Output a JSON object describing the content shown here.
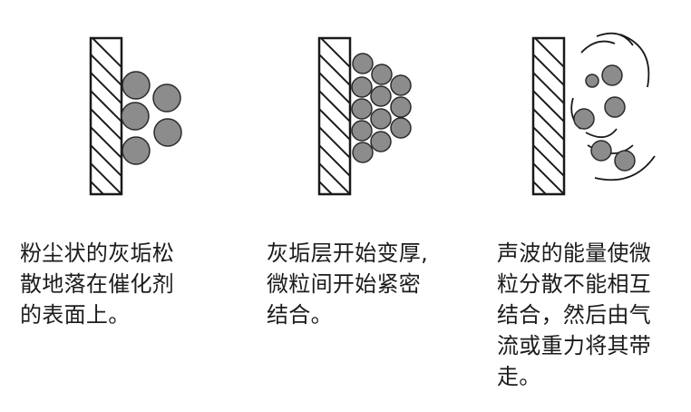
{
  "colors": {
    "wall_stroke": "#1a1a1a",
    "particle_fill": "#8c8c8c",
    "particle_stroke": "#2a2a2a",
    "wave_stroke": "#1a1a1a",
    "text": "#1b1b1b",
    "background": "#ffffff"
  },
  "panels": [
    {
      "id": "loose-dust",
      "icon": "hatched-wall-with-loose-particles",
      "caption_lines": [
        "粉尘状的灰垢松",
        "散地落在催化剂",
        "的表面上。"
      ]
    },
    {
      "id": "thick-deposit",
      "icon": "hatched-wall-with-packed-particles",
      "caption_lines": [
        "灰垢层开始变厚,",
        "微粒间开始紧密",
        "结合。"
      ]
    },
    {
      "id": "sonic-cleaning",
      "icon": "hatched-wall-with-sound-waves-and-particles",
      "caption_lines": [
        "声波的能量使微",
        "粒分散不能相互",
        "结合，然后由气",
        "流或重力将其带",
        "走。"
      ]
    }
  ]
}
